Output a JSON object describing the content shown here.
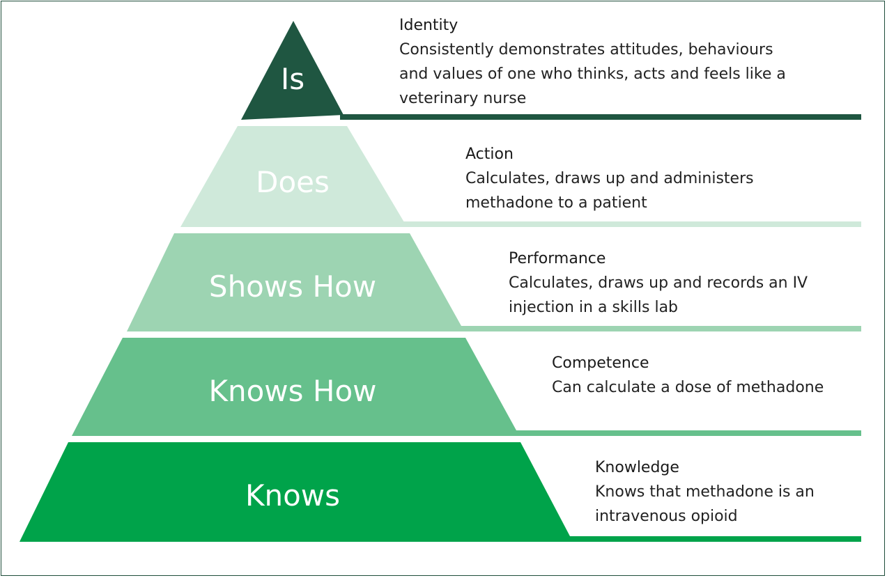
{
  "colors": {
    "is": "#1f5641",
    "does": "#cfe9da",
    "shows_how": "#9dd4b2",
    "knows_how": "#66c08c",
    "knows": "#00a34a"
  },
  "tiers": [
    {
      "key": "is",
      "label": "Is",
      "heading": "Identity",
      "body": "Consistently demonstrates attitudes, behaviours\nand values of one who thinks, acts and feels like a\nveterinary nurse"
    },
    {
      "key": "does",
      "label": "Does",
      "heading": "Action",
      "body": "Calculates, draws up and administers\nmethadone to a patient"
    },
    {
      "key": "shows_how",
      "label": "Shows How",
      "heading": "Performance",
      "body": "Calculates, draws up and records an IV\ninjection in a skills lab"
    },
    {
      "key": "knows_how",
      "label": "Knows How",
      "heading": "Competence",
      "body": "Can calculate a dose of methadone"
    },
    {
      "key": "knows",
      "label": "Knows",
      "heading": "Knowledge",
      "body": "Knows that methadone is an\nintravenous opioid"
    }
  ]
}
